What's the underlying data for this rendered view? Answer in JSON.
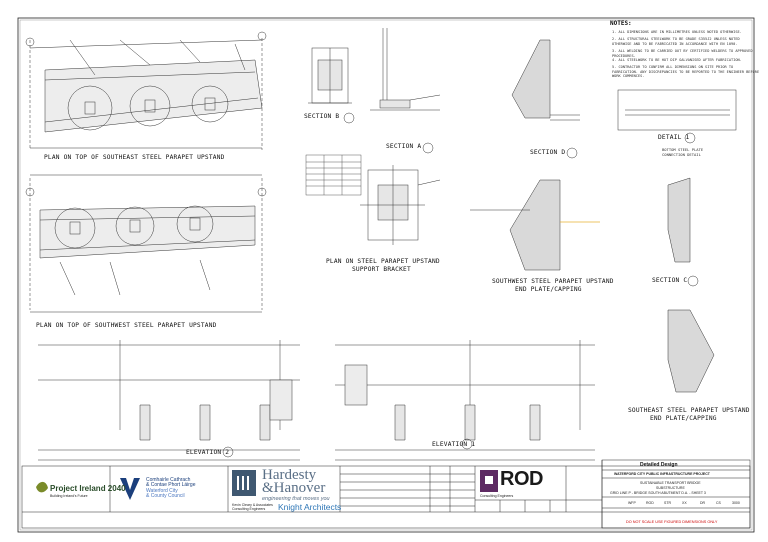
{
  "titles": {
    "plan_se": "PLAN ON TOP OF SOUTHEAST STEEL PARAPET UPSTAND",
    "plan_sw": "PLAN ON TOP OF SOUTHWEST STEEL PARAPET UPSTAND",
    "section_b": "SECTION B",
    "section_a": "SECTION A",
    "section_d": "SECTION D",
    "section_c": "SECTION C",
    "detail_1": "DETAIL 1",
    "bracket_l1": "PLAN ON STEEL PARAPET UPSTAND",
    "bracket_l2": "SUPPORT BRACKET",
    "sw_endplate_l1": "SOUTHWEST STEEL PARAPET UPSTAND",
    "sw_endplate_l2": "END PLATE/CAPPING",
    "se_endplate_l1": "SOUTHEAST STEEL PARAPET UPSTAND",
    "se_endplate_l2": "END PLATE/CAPPING",
    "elevation_2": "ELEVATION 2",
    "elevation_1": "ELEVATION 1",
    "detail_1_sub_l1": "BOTTOM STEEL PLATE",
    "detail_1_sub_l2": "CONNECTION DETAIL"
  },
  "notes": {
    "heading": "NOTES:",
    "items": [
      "1. ALL DIMENSIONS ARE IN MILLIMETRES UNLESS NOTED OTHERWISE.",
      "2. ALL STRUCTURAL STEELWORK TO BE GRADE S355J2 UNLESS NOTED OTHERWISE AND TO BE FABRICATED IN ACCORDANCE WITH EN 1090.",
      "3. ALL WELDING TO BE CARRIED OUT BY CERTIFIED WELDERS TO APPROVED PROCEDURES.",
      "4. ALL STEELWORK TO BE HOT DIP GALVANISED AFTER FABRICATION.",
      "5. CONTRACTOR TO CONFIRM ALL DIMENSIONS ON SITE PRIOR TO FABRICATION. ANY DISCREPANCIES TO BE REPORTED TO THE ENGINEER BEFORE WORK COMMENCES."
    ]
  },
  "titleblock": {
    "client_logo": "Project Ireland 2040",
    "client_logo_sub": "Building Ireland's Future",
    "council_lines": [
      "Comhairle Cathrach",
      "& Contae Phort Láirge",
      "Waterford City",
      "& County Council"
    ],
    "hardesty_l1": "Hardesty",
    "hardesty_l2": "&Hanover",
    "hardesty_tagline": "engineering that moves you",
    "kcc_l1": "Kevin Cleary & Associates",
    "kcc_l2": "Consulting Engineers",
    "knight": "Knight Architects",
    "rod": "ROD",
    "rod_sub": "Consulting Engineers",
    "status": "Detailed Design",
    "project": "WATERFORD CITY PUBLIC INFRASTRUCTURE PROJECT",
    "title_l1": "SUSTAINABLE TRANSPORT BRIDGE",
    "title_l2": "SUBSTRUCTURE",
    "title_l3": "GRID LINE P - BRIDGE SOUTH ABUTMENT D.A. - SHEET 3",
    "code_cells": [
      "WFP",
      "ROD",
      "STR",
      "XX",
      "DR",
      "CS",
      "3000"
    ],
    "disclaimer": "DO NOT SCALE USE FIGURED DIMENSIONS ONLY"
  }
}
